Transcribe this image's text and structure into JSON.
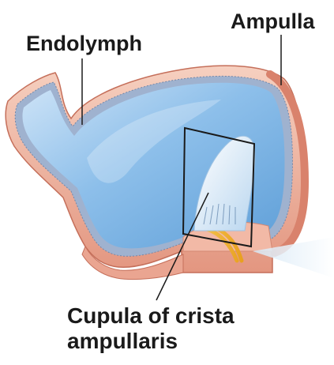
{
  "labels": {
    "endolymph": "Endolymph",
    "ampulla": "Ampulla",
    "cupula_line1": "Cupula of crista",
    "cupula_line2": "ampullaris"
  },
  "colors": {
    "wall_outer": "#e8a08c",
    "wall_inner": "#f3c6b4",
    "membrane": "#8fa3c4",
    "endolymph_fluid": "#7ab3e6",
    "endolymph_light": "#cfe4f7",
    "cupula": "#e9f2fa",
    "nerve": "#f0b840",
    "leader_line": "#1a1a1a"
  },
  "icons": {
    "structure": "ampulla-cross-section-illustration",
    "inset": "zoom-box-outline"
  }
}
